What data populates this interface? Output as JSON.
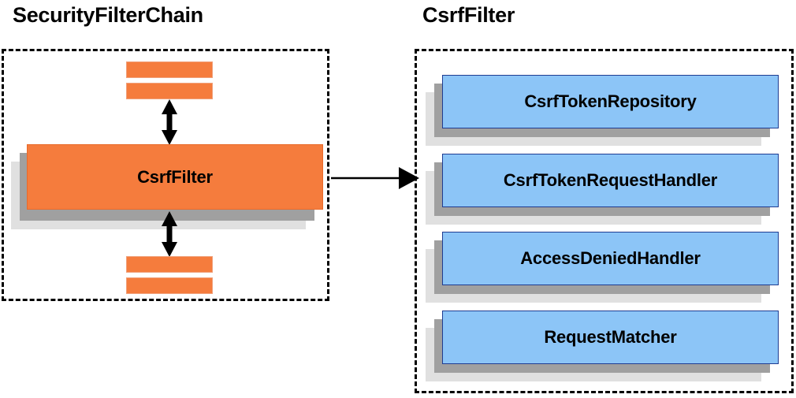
{
  "diagram": {
    "type": "component-diagram",
    "background_color": "#ffffff",
    "colors": {
      "orange_fill": "#f57c3d",
      "orange_border": "#e86a2a",
      "blue_fill": "#8cc5f7",
      "blue_border": "#1f3c91",
      "shadow_back": "#e0e0e0",
      "shadow_mid": "#a0a0a0",
      "stroke": "#000000"
    },
    "panels": [
      {
        "id": "security-filter-chain",
        "title": "SecurityFilterChain",
        "border_style": "dashed",
        "filters_above_label": "",
        "main_component": "CsrfFilter",
        "bars_above": 2,
        "bars_below": 2
      },
      {
        "id": "csrf-filter",
        "title": "CsrfFilter",
        "border_style": "dashed",
        "components": [
          "CsrfTokenRepository",
          "CsrfTokenRequestHandler",
          "AccessDeniedHandler",
          "RequestMatcher"
        ]
      }
    ],
    "connectors": [
      {
        "id": "csrffilter-to-upper-filters",
        "kind": "double-arrow-vertical"
      },
      {
        "id": "csrffilter-to-lower-filters",
        "kind": "double-arrow-vertical"
      },
      {
        "id": "chain-to-csrffilter-detail",
        "kind": "single-arrow-right"
      }
    ]
  }
}
